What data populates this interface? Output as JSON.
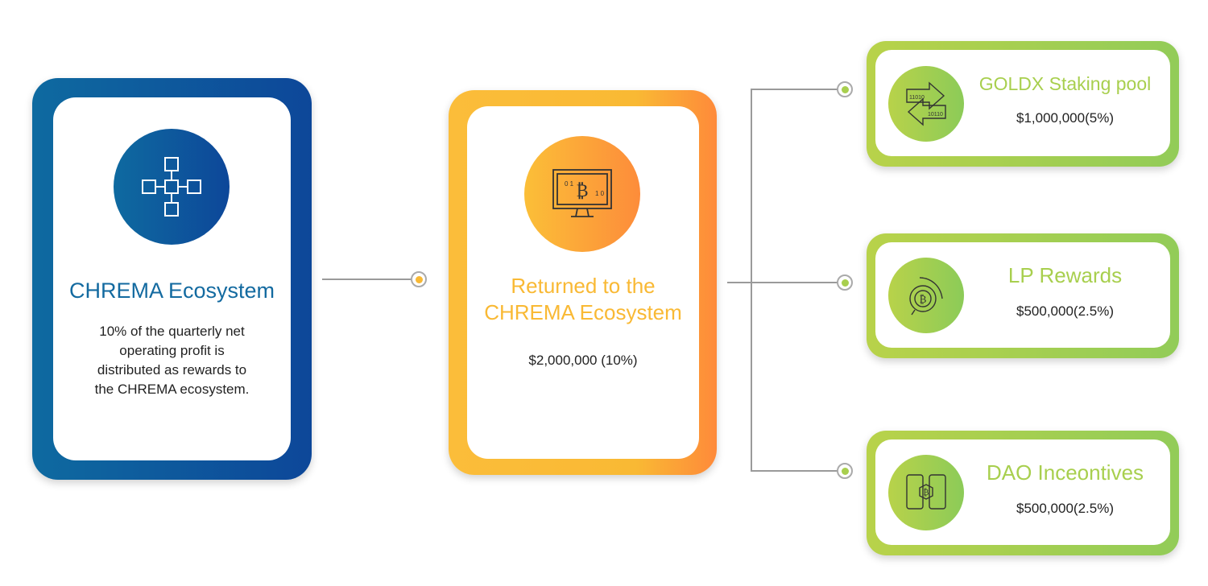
{
  "source": {
    "title": "CHREMA Ecosystem",
    "description": [
      "10% of the quarterly net",
      "operating profit is",
      "distributed as rewards to",
      "the CHREMA ecosystem."
    ],
    "icon": "network-nodes-icon",
    "color": "#0d4f9c"
  },
  "center": {
    "title_lines": [
      "Returned to the",
      "CHREMA Ecosystem"
    ],
    "value": "$2,000,000 (10%)",
    "icon": "bitcoin-monitor-icon",
    "color": "#f9b934"
  },
  "targets": [
    {
      "title": "GOLDX Staking pool",
      "value": "$1,000,000(5%)",
      "icon": "binary-exchange-arrows-icon"
    },
    {
      "title": "LP Rewards",
      "value": "$500,000(2.5%)",
      "icon": "bitcoin-mining-icon"
    },
    {
      "title": "DAO Inceontives",
      "value": "$500,000(2.5%)",
      "icon": "phone-bitcoin-transfer-icon"
    }
  ],
  "colors": {
    "green": "#a8cf4e",
    "blue": "#0e63a0",
    "orange": "#f9b934"
  }
}
